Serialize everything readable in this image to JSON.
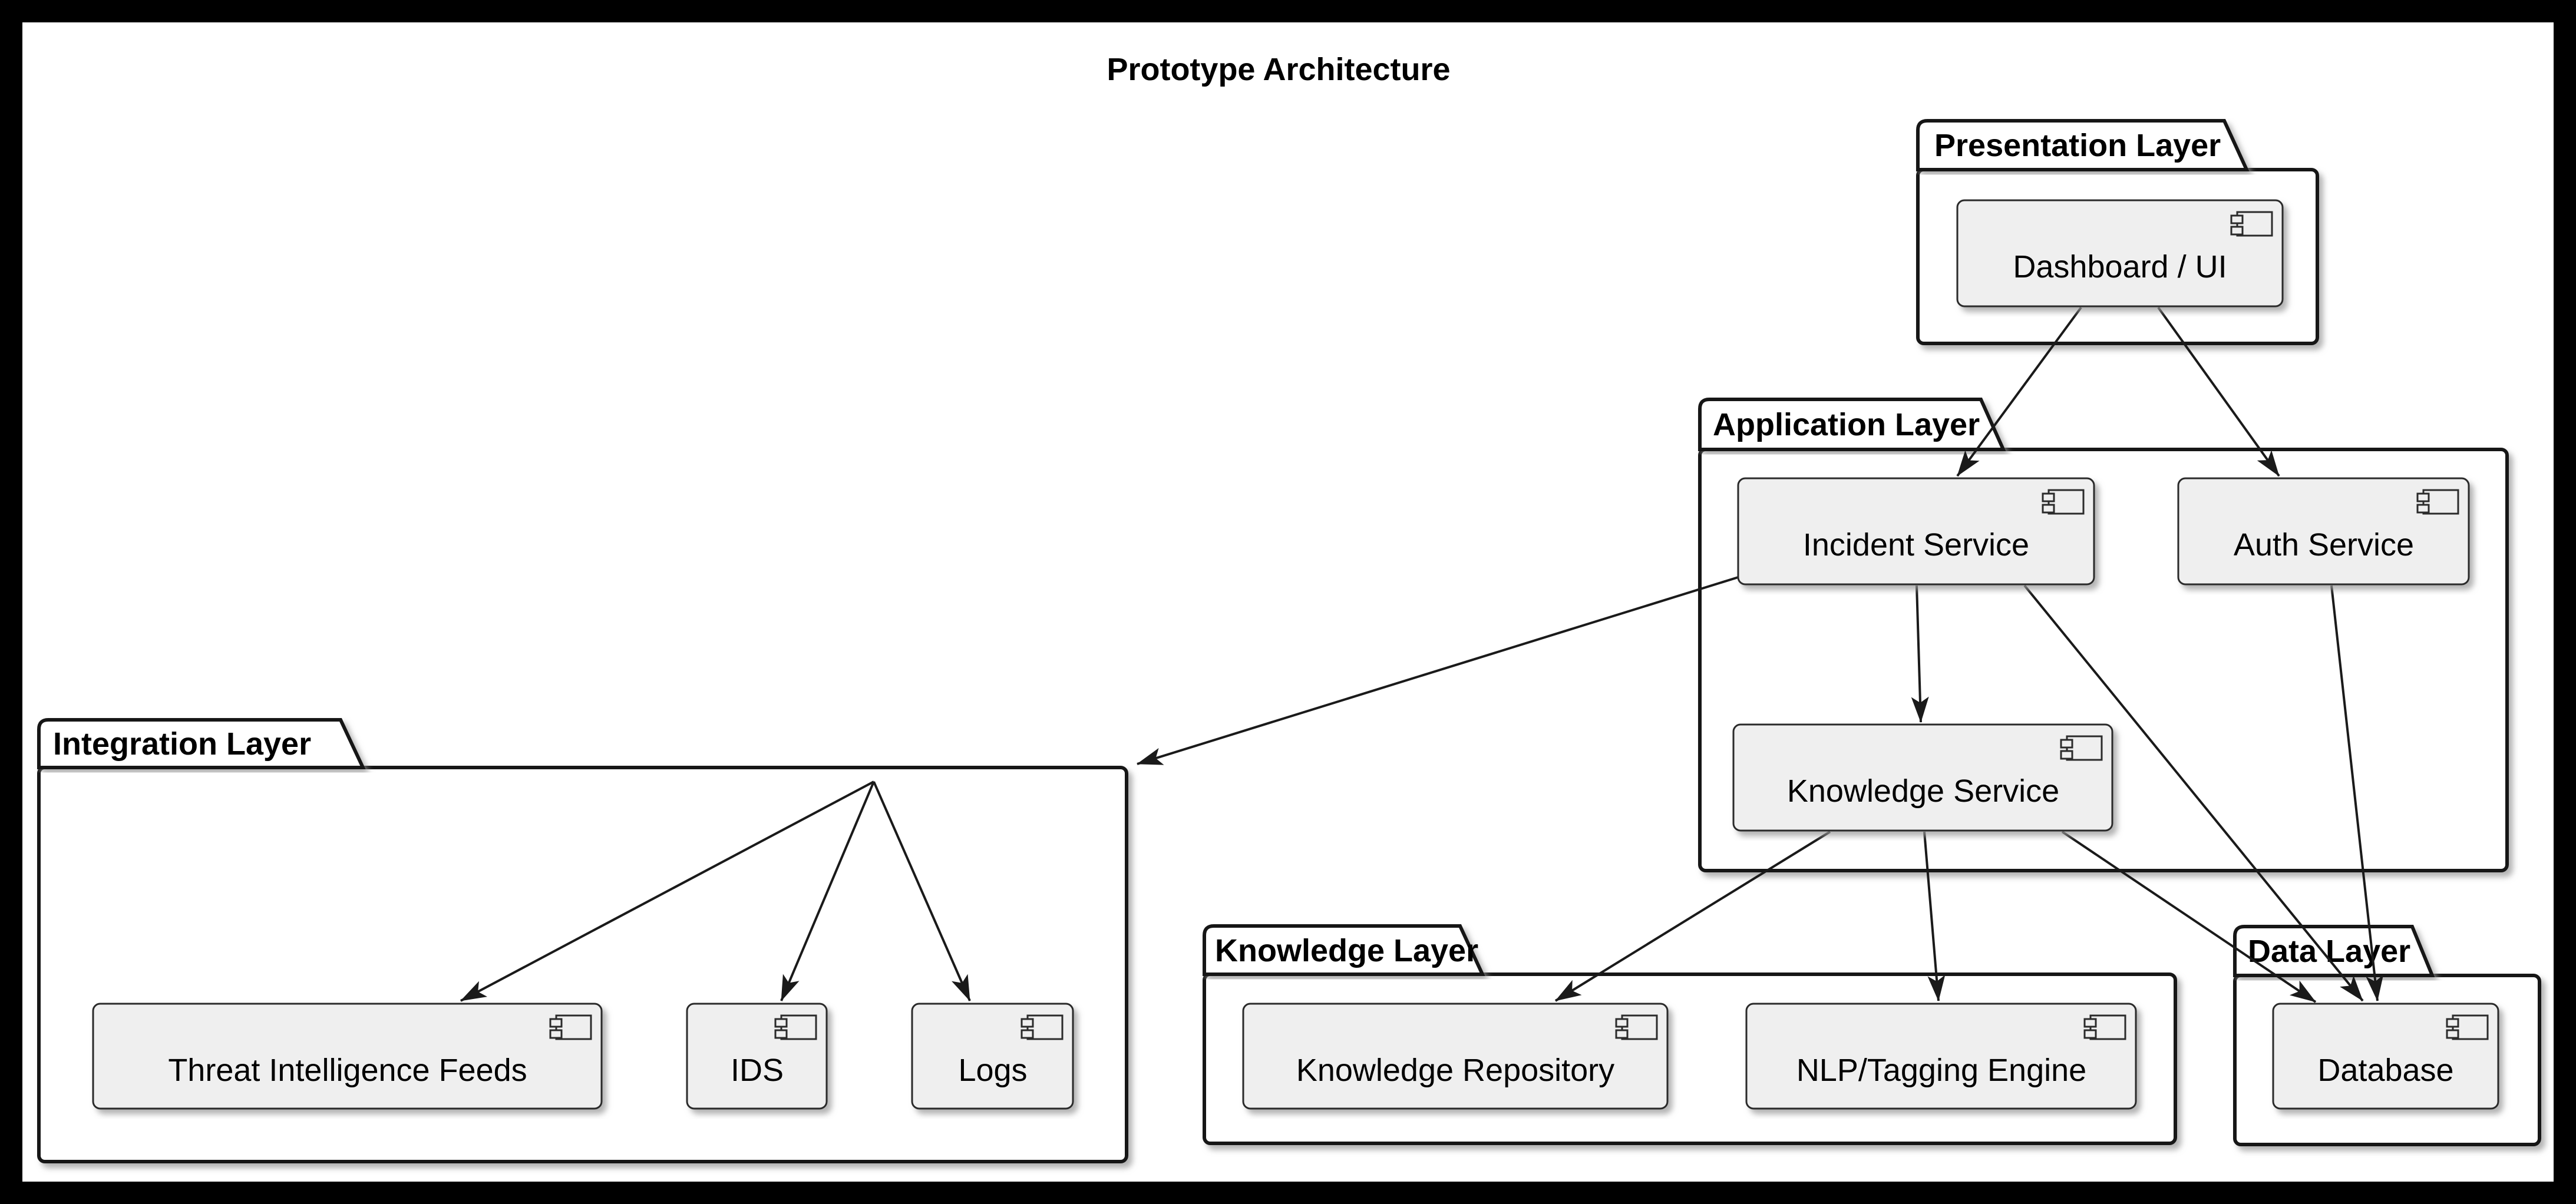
{
  "title": "Prototype Architecture",
  "colors": {
    "frame": "#000000",
    "canvas": "#ffffff",
    "component_fill": "#efefef",
    "stroke": "#1a1a1a",
    "package_fill": "#ffffff"
  },
  "packages": [
    {
      "id": "presentation",
      "label": "Presentation Layer"
    },
    {
      "id": "application",
      "label": "Application Layer"
    },
    {
      "id": "integration",
      "label": "Integration Layer"
    },
    {
      "id": "knowledge",
      "label": "Knowledge Layer"
    },
    {
      "id": "data",
      "label": "Data Layer"
    }
  ],
  "components": [
    {
      "id": "dashboard",
      "label": "Dashboard / UI",
      "package": "presentation",
      "icon": "component-icon"
    },
    {
      "id": "incident_service",
      "label": "Incident Service",
      "package": "application",
      "icon": "component-icon"
    },
    {
      "id": "auth_service",
      "label": "Auth Service",
      "package": "application",
      "icon": "component-icon"
    },
    {
      "id": "knowledge_service",
      "label": "Knowledge Service",
      "package": "application",
      "icon": "component-icon"
    },
    {
      "id": "tif",
      "label": "Threat Intelligence Feeds",
      "package": "integration",
      "icon": "component-icon"
    },
    {
      "id": "ids",
      "label": "IDS",
      "package": "integration",
      "icon": "component-icon"
    },
    {
      "id": "logs",
      "label": "Logs",
      "package": "integration",
      "icon": "component-icon"
    },
    {
      "id": "knowledge_repo",
      "label": "Knowledge Repository",
      "package": "knowledge",
      "icon": "component-icon"
    },
    {
      "id": "nlp_engine",
      "label": "NLP/Tagging Engine",
      "package": "knowledge",
      "icon": "component-icon"
    },
    {
      "id": "database",
      "label": "Database",
      "package": "data",
      "icon": "component-icon"
    }
  ],
  "edges": [
    {
      "from": "Dashboard / UI",
      "to": "Incident Service"
    },
    {
      "from": "Dashboard / UI",
      "to": "Auth Service"
    },
    {
      "from": "Incident Service",
      "to": "Knowledge Service"
    },
    {
      "from": "Incident Service",
      "to": "Integration Layer"
    },
    {
      "from": "Incident Service",
      "to": "Database"
    },
    {
      "from": "Auth Service",
      "to": "Database"
    },
    {
      "from": "Knowledge Service",
      "to": "Knowledge Repository"
    },
    {
      "from": "Knowledge Service",
      "to": "NLP/Tagging Engine"
    },
    {
      "from": "Knowledge Service",
      "to": "Database"
    },
    {
      "from": "Integration Layer",
      "to": "Threat Intelligence Feeds"
    },
    {
      "from": "Integration Layer",
      "to": "IDS"
    },
    {
      "from": "Integration Layer",
      "to": "Logs"
    }
  ]
}
